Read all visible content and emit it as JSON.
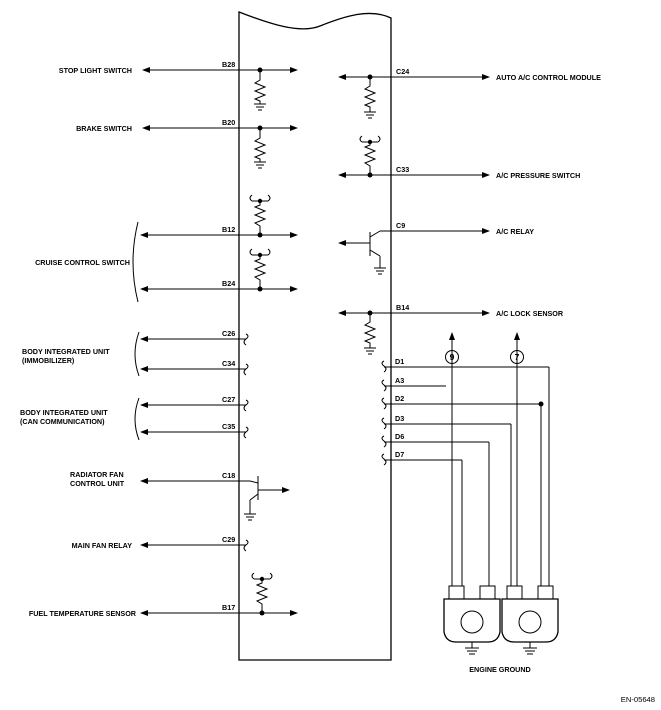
{
  "left_signals": [
    {
      "label": "STOP LIGHT SWITCH",
      "pin": "B28"
    },
    {
      "label": "BRAKE SWITCH",
      "pin": "B20"
    },
    {
      "label": "CRUISE CONTROL  SWITCH",
      "pin": "B12"
    },
    {
      "label": "",
      "pin": "B24"
    },
    {
      "label": "BODY INTEGRATED UNIT\n(IMMOBILIZER)",
      "pin": "C26"
    },
    {
      "label": "",
      "pin": "C34"
    },
    {
      "label": "BODY INTEGRATED UNIT\n(CAN COMMUNICATION)",
      "pin": "C27"
    },
    {
      "label": "",
      "pin": "C35"
    },
    {
      "label": "RADIATOR FAN\nCONTROL UNIT",
      "pin": "C18"
    },
    {
      "label": "MAIN FAN RELAY",
      "pin": "C29"
    },
    {
      "label": "FUEL TEMPERATURE SENSOR",
      "pin": "B17"
    }
  ],
  "right_signals": [
    {
      "label": "AUTO A/C CONTROL MODULE",
      "pin": "C24"
    },
    {
      "label": "A/C PRESSURE SWITCH",
      "pin": "C33"
    },
    {
      "label": "A/C RELAY",
      "pin": "C9"
    },
    {
      "label": "A/C LOCK SENSOR",
      "pin": "B14"
    }
  ],
  "ignition_pins": [
    "D1",
    "A3",
    "D2",
    "D3",
    "D6",
    "D7"
  ],
  "connector_refs": [
    "9",
    "7"
  ],
  "engine_ground_label": "ENGINE GROUND",
  "figure_code": "EN-05648"
}
